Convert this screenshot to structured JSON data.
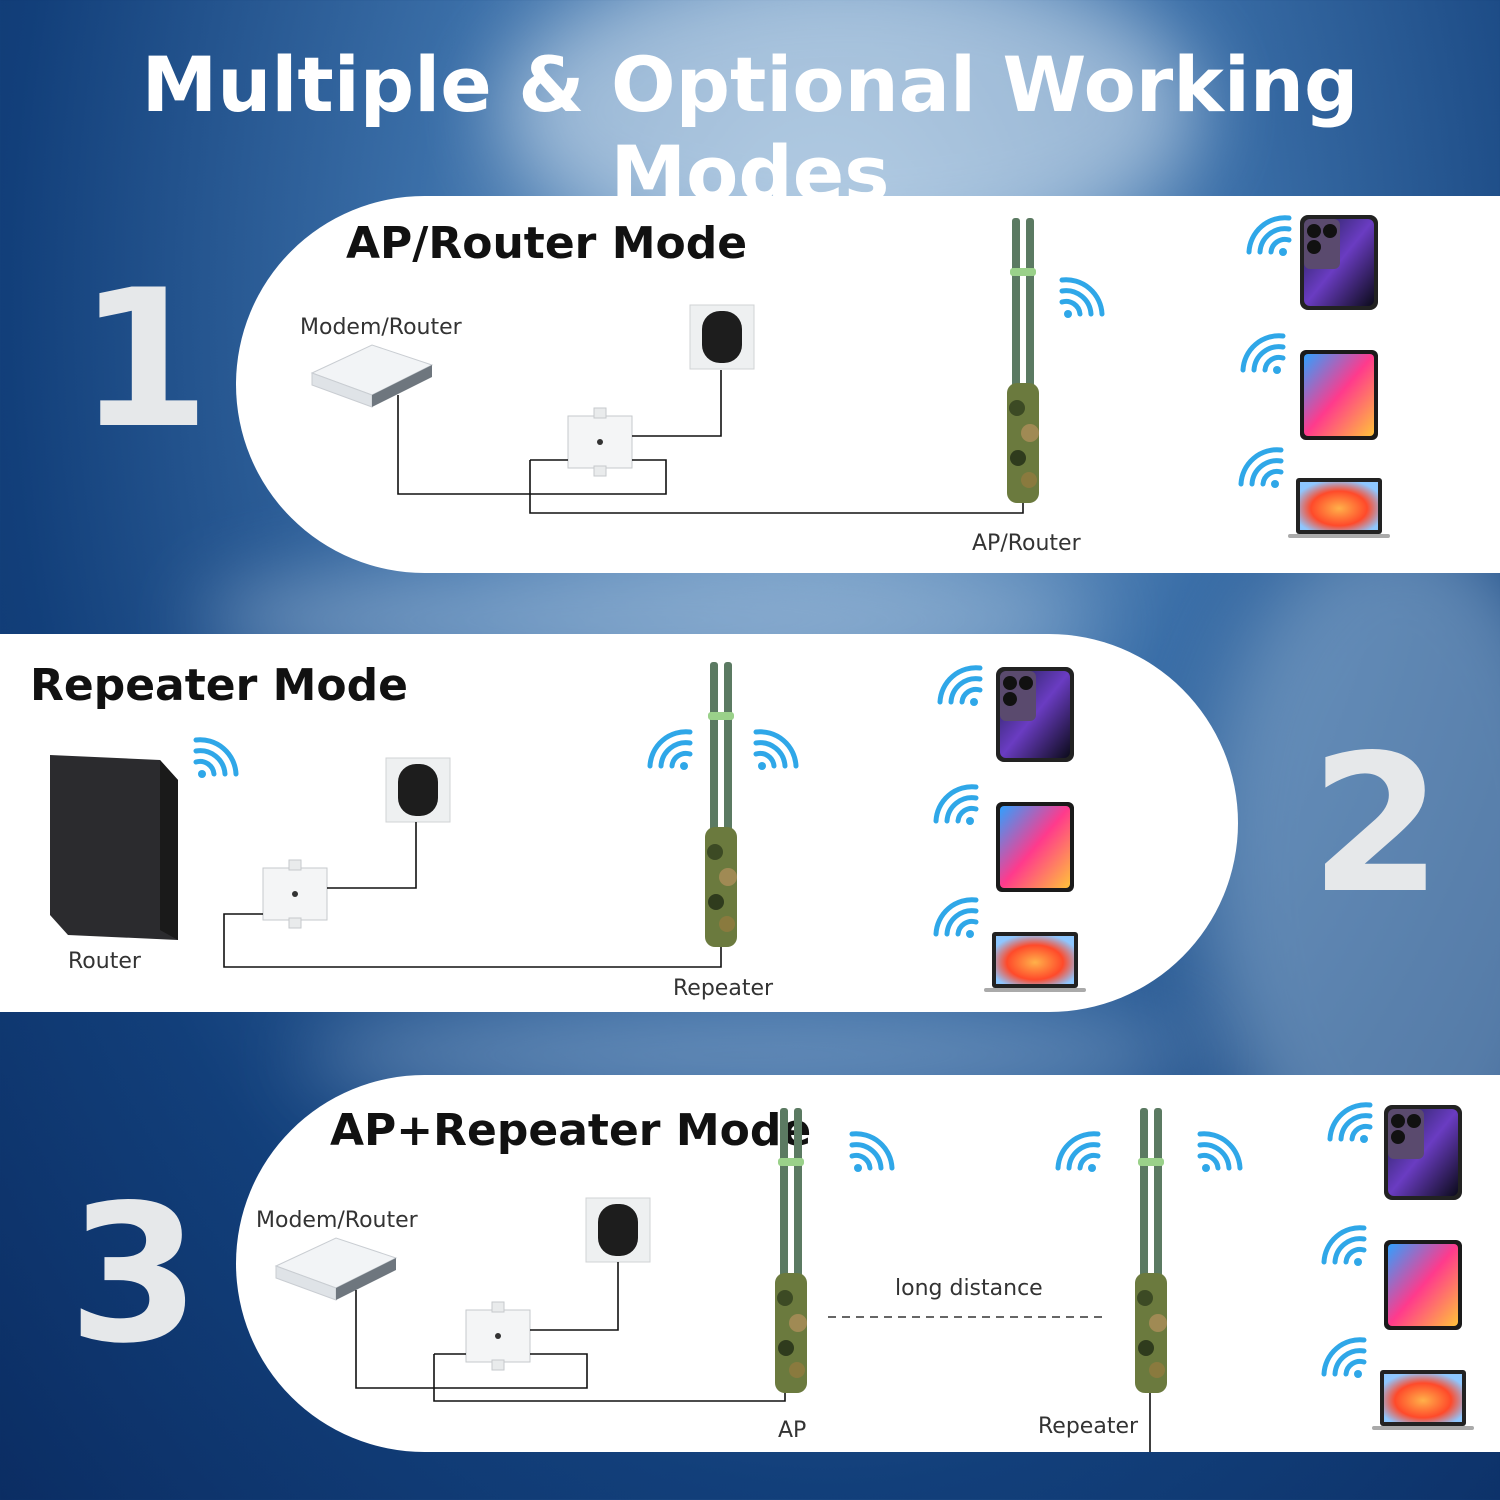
{
  "title": "Multiple & Optional Working Modes",
  "modes": [
    {
      "number": "1",
      "title": "AP/Router Mode",
      "labels": {
        "source": "Modem/Router",
        "device": "AP/Router"
      }
    },
    {
      "number": "2",
      "title": "Repeater Mode",
      "labels": {
        "source": "Router",
        "device": "Repeater"
      }
    },
    {
      "number": "3",
      "title": "AP+Repeater Mode",
      "labels": {
        "source": "Modem/Router",
        "device_a": "AP",
        "device_b": "Repeater",
        "link": "long distance"
      }
    }
  ],
  "colors": {
    "background": "#0b2d63",
    "panel": "#ffffff",
    "wifi": "#2fa7e8",
    "antenna": "#5b7a62",
    "number": "#e6e8ea"
  },
  "icons": [
    "wifi-icon",
    "smartphone-icon",
    "tablet-icon",
    "laptop-icon",
    "router-icon",
    "poe-injector-icon",
    "power-adapter-icon",
    "outdoor-ap-icon"
  ]
}
